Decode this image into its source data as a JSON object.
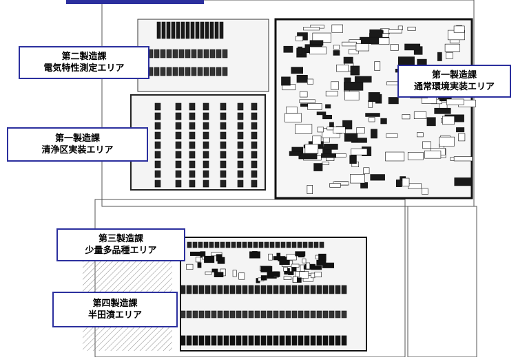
{
  "colors": {
    "label_border": "#2b2f9e",
    "plan_line": "#333333",
    "zone_fill": "#f2f2f2",
    "equip_dark": "#1a1a1a",
    "equip_mid": "#555555"
  },
  "labels": [
    {
      "line1": "第二製造課",
      "line2": "電気特性測定エリア"
    },
    {
      "line1": "第一製造課",
      "line2": "通常環境実装エリア"
    },
    {
      "line1": "第一製造課",
      "line2": "清浄区実装エリア"
    },
    {
      "line1": "第三製造課",
      "line2": "少量多品種エリア"
    },
    {
      "line1": "第四製造課",
      "line2": "半田濆エリア"
    }
  ]
}
